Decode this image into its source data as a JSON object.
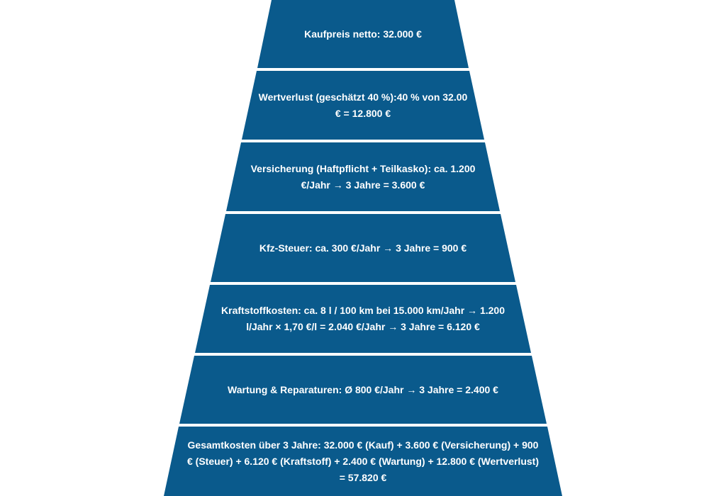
{
  "pyramid": {
    "fill_color": "#0a5a8c",
    "text_color": "#ffffff",
    "tiers": [
      {
        "text": "Kaufpreis netto: 32.000 €"
      },
      {
        "text": "Wertverlust (geschätzt 40 %):40 % von 32.00 € = 12.800 €"
      },
      {
        "text": "Versicherung (Haftpflicht + Teilkasko): ca. 1.200 €/Jahr → 3 Jahre = 3.600 €"
      },
      {
        "text": "Kfz-Steuer: ca. 300 €/Jahr → 3 Jahre = 900 €"
      },
      {
        "text": "Kraftstoffkosten: ca. 8 l / 100 km bei 15.000 km/Jahr → 1.200 l/Jahr × 1,70 €/l = 2.040 €/Jahr → 3 Jahre = 6.120 €"
      },
      {
        "text": "Wartung & Reparaturen: Ø 800 €/Jahr → 3 Jahre = 2.400 €"
      },
      {
        "text": "Gesamtkosten über 3 Jahre: 32.000 € (Kauf) + 3.600 € (Versicherung) + 900 € (Steuer) + 6.120 € (Kraftstoff) + 2.400 € (Wartung) + 12.800 € (Wertverlust) = 57.820 €"
      }
    ]
  }
}
